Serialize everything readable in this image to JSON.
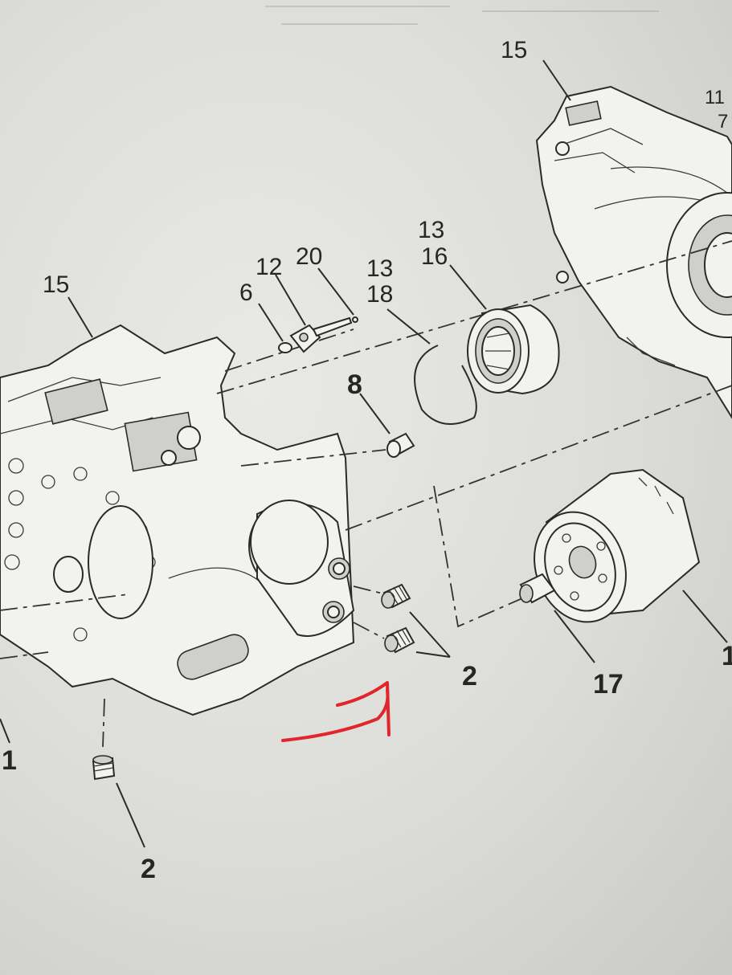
{
  "callouts": {
    "c15_left": "15",
    "c15_top": "15",
    "c11": "11",
    "c7": "7",
    "c6": "6",
    "c12": "12",
    "c20": "20",
    "c13_a": "13",
    "c18": "18",
    "c13_b": "13",
    "c16": "16",
    "c8": "8",
    "c2_right": "2",
    "c17": "17",
    "c1": "1",
    "c2_bottom": "2",
    "c1_edge": "1"
  },
  "colors": {
    "linework": "#2a2a2a",
    "paper": "#e3e3e0",
    "annotation_arrow": "#e0262b"
  }
}
